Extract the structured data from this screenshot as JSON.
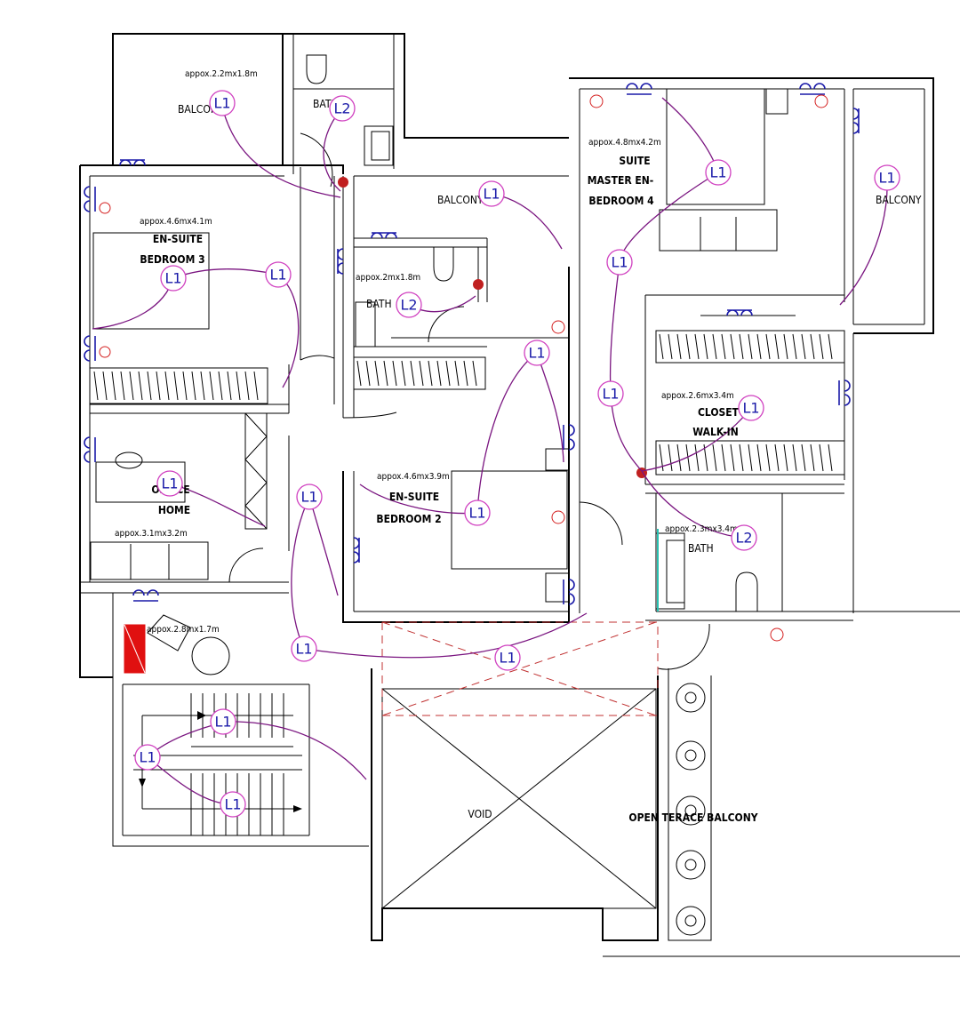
{
  "rooms": {
    "balcony_top": {
      "size": "appox.2.2mx1.8m",
      "name": "BALCONY"
    },
    "bath_top": {
      "name": "BATH"
    },
    "balcony_mid": {
      "name": "BALCONY"
    },
    "bedroom3": {
      "size": "appox.4.6mx4.1m",
      "name_1": "EN-SUITE",
      "name_2": "BEDROOM 3"
    },
    "bath_mid": {
      "size": "appox.2mx1.8m",
      "name": "BATH"
    },
    "master": {
      "size": "appox.4.8mx4.2m",
      "name_1": "SUITE",
      "name_2": "MASTER EN-",
      "name_3": "BEDROOM 4"
    },
    "balcony_right": {
      "name": "BALCONY"
    },
    "closet": {
      "size": "appox.2.6mx3.4m",
      "name_1": "CLOSET",
      "name_2": "WALK-IN"
    },
    "office": {
      "name_1": "OFFICE",
      "name_2": "HOME",
      "size": "appox.3.1mx3.2m"
    },
    "bedroom2": {
      "size": "appox.4.6mx3.9m",
      "name_1": "EN-SUITE",
      "name_2": "BEDROOM 2"
    },
    "bath_right": {
      "size": "appox.2.3mx3.4m",
      "name": "BATH"
    },
    "lobby": {
      "size": "appox.2.8mx1.7m"
    },
    "void": {
      "name": "VOID"
    },
    "terrace": {
      "name": "OPEN TERACE BALCONY"
    }
  },
  "light_tags": [
    "L1",
    "L2",
    "L1",
    "L1",
    "L1",
    "L1",
    "L2",
    "L1",
    "L1",
    "L1",
    "L1",
    "L1",
    "L1",
    "L1",
    "L1",
    "L1",
    "L2",
    "L1",
    "L1",
    "L1",
    "L1",
    "L1"
  ],
  "colors": {
    "wire": "#7a1580",
    "tag_circle": "#d040c0",
    "tag_text": "#1a1aa8",
    "socket": "#1a1aa8",
    "red_mark": "#d42020"
  }
}
